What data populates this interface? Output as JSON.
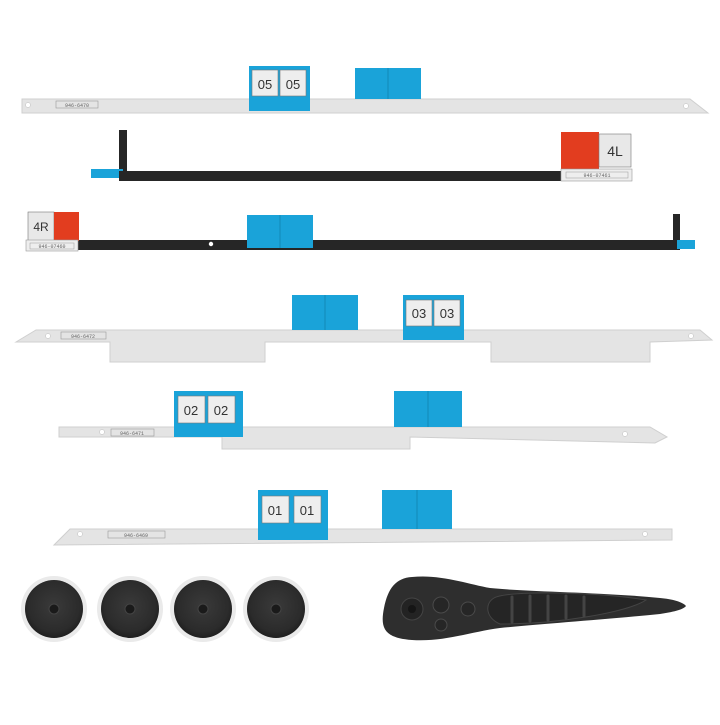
{
  "strips": {
    "s05": {
      "tab_left": "05",
      "tab_right": "05",
      "code": "946-6470"
    },
    "s4L": {
      "label": "4L",
      "code": "946-07461"
    },
    "s4R": {
      "label": "4R",
      "code": "946-07460"
    },
    "s03": {
      "tab_left": "03",
      "tab_right": "03",
      "code": "946-6472"
    },
    "s02": {
      "tab_left": "02",
      "tab_right": "02",
      "code": "946-6471"
    },
    "s01": {
      "tab_left": "01",
      "tab_right": "01",
      "code": "946-6469"
    }
  },
  "colors": {
    "film": "#e4e4e4",
    "film_edge": "#cfcfcf",
    "blue_tab": "#1aa3d9",
    "red_tab": "#e23d1f",
    "black_strip": "#262626",
    "tool": "#2e2e2e",
    "white": "#ffffff"
  },
  "icons": {
    "suction_cup": "suction-cup-icon",
    "pry_tool": "pry-tool-icon"
  }
}
